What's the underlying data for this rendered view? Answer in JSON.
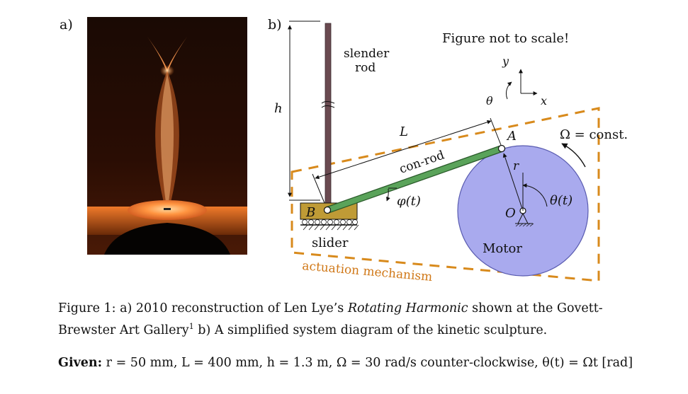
{
  "panels": {
    "a": "a)",
    "b": "b)"
  },
  "diagram": {
    "note": "Figure not to scale!",
    "rod_label_line1": "slender",
    "rod_label_line2": "rod",
    "h": "h",
    "L": "L",
    "conrod": "con-rod",
    "phi": "φ(t)",
    "A": "A",
    "B": "B",
    "r": "r",
    "O": "O",
    "theta_t": "θ(t)",
    "omega": "Ω = const.",
    "motor": "Motor",
    "slider": "slider",
    "actuation": "actuation mechanism",
    "axis_x": "x",
    "axis_y": "y",
    "axis_theta": "θ"
  },
  "colors": {
    "conrod": "#5aa35a",
    "slider": "#bf9b36",
    "motor": "#a9aaee",
    "dashed_box": "#d88a1c",
    "rod": "#6a4a50"
  },
  "caption": {
    "part1": "Figure 1: a) 2010 reconstruction of Len Lye’s ",
    "title": "Rotating Harmonic",
    "part2": " shown at the Govett-Brewster Art Gallery",
    "footnote": "1",
    "part3": " b) A simplified system diagram of the kinetic sculpture."
  },
  "given": {
    "label": "Given:",
    "text": " r = 50 mm, L = 400 mm, h = 1.3 m, Ω = 30 rad/s counter-clockwise, θ(t) = Ωt [rad]"
  }
}
